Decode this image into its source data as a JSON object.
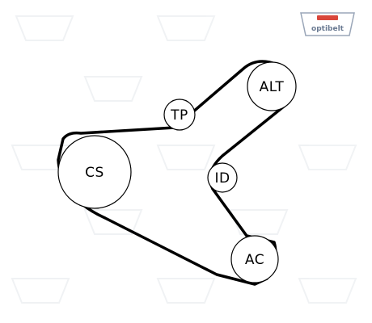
{
  "diagram": {
    "pulleys": [
      {
        "id": "CS",
        "label": "CS"
      },
      {
        "id": "TP",
        "label": "TP"
      },
      {
        "id": "ALT",
        "label": "ALT"
      },
      {
        "id": "ID",
        "label": "ID"
      },
      {
        "id": "AC",
        "label": "AC"
      }
    ],
    "belt_color": "#000000",
    "pulley_stroke": "#000000"
  },
  "brand": {
    "logo_text": "optibelt",
    "logo_color": "#d9463a",
    "watermark_color": "#9aa6b8"
  }
}
